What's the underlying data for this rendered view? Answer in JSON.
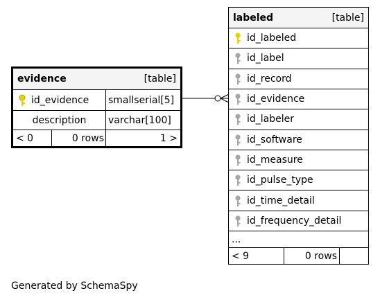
{
  "colors": {
    "primary_key": "#e6d400",
    "foreign_key": "#a6a6a6",
    "header_bg": "#f4f4f4"
  },
  "icons": {
    "primary_key": "key-icon",
    "foreign_key": "foreign-key-icon"
  },
  "evidence": {
    "name": "evidence",
    "kind": "[table]",
    "columns": [
      {
        "name": "id_evidence",
        "type": "smallserial[5]",
        "key": "primary"
      },
      {
        "name": "description",
        "type": "varchar[100]"
      }
    ],
    "footer": {
      "parents": "< 0",
      "rows": "0 rows",
      "children": "1 >"
    }
  },
  "labeled": {
    "name": "labeled",
    "kind": "[table]",
    "columns": [
      {
        "name": "id_labeled",
        "key": "primary"
      },
      {
        "name": "id_label",
        "key": "foreign"
      },
      {
        "name": "id_record",
        "key": "foreign"
      },
      {
        "name": "id_evidence",
        "key": "foreign"
      },
      {
        "name": "id_labeler",
        "key": "foreign"
      },
      {
        "name": "id_software",
        "key": "foreign"
      },
      {
        "name": "id_measure",
        "key": "foreign"
      },
      {
        "name": "id_pulse_type",
        "key": "foreign"
      },
      {
        "name": "id_time_detail",
        "key": "foreign"
      },
      {
        "name": "id_frequency_detail",
        "key": "foreign"
      }
    ],
    "more": "...",
    "footer": {
      "parents": "< 9",
      "rows": "0 rows",
      "children": ""
    }
  },
  "footer_text": "Generated by SchemaSpy"
}
